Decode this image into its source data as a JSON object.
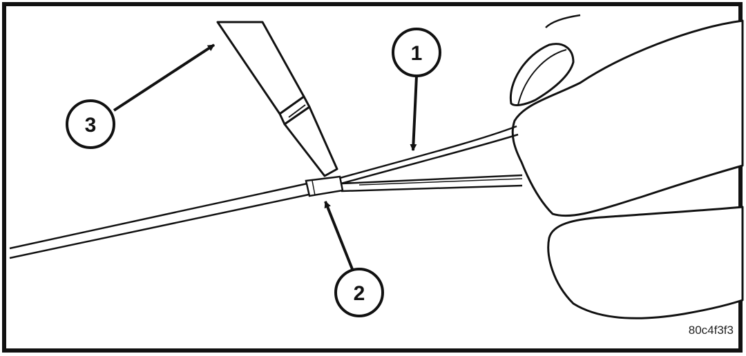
{
  "figure": {
    "callouts": [
      {
        "number": "1",
        "target": "wire"
      },
      {
        "number": "2",
        "target": "splice-sleeve"
      },
      {
        "number": "3",
        "target": "heat-tool-tip"
      }
    ],
    "figure_id": "80c4f3f3",
    "colors": {
      "line": "#111111",
      "background": "#ffffff"
    }
  }
}
